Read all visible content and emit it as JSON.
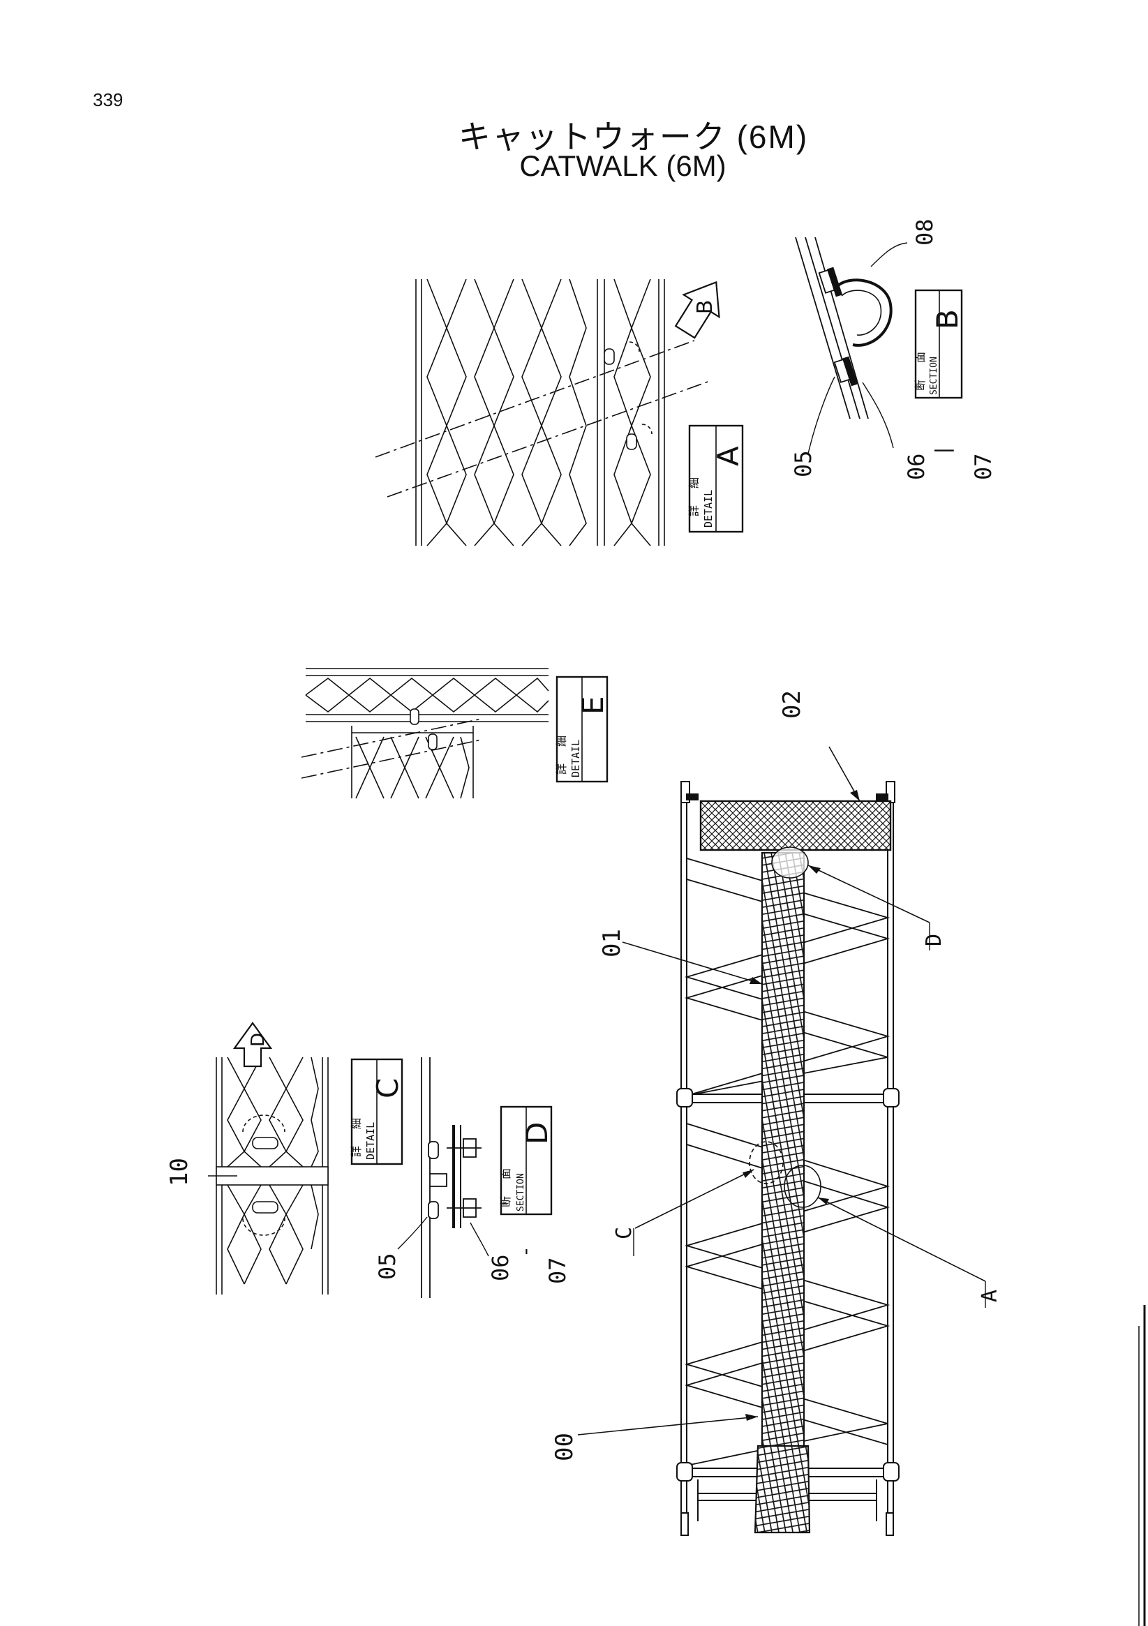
{
  "page": {
    "number": "339"
  },
  "title": {
    "jp": "キャットウォーク (6M)",
    "en": "CATWALK (6M)"
  },
  "views": {
    "detail_a": {
      "jp1": "詳",
      "jp2": "細",
      "en": "DETAIL",
      "letter": "A"
    },
    "section_b": {
      "jp1": "断",
      "jp2": "面",
      "en": "SECTION",
      "letter": "B"
    },
    "detail_c": {
      "jp1": "詳",
      "jp2": "細",
      "en": "DETAIL",
      "letter": "C"
    },
    "section_d": {
      "jp1": "断",
      "jp2": "面",
      "en": "SECTION",
      "letter": "D"
    },
    "detail_e": {
      "jp1": "詳",
      "jp2": "細",
      "en": "DETAIL",
      "letter": "E"
    }
  },
  "arrows": {
    "b": "B",
    "d": "D"
  },
  "callouts": {
    "p00": "00",
    "p01": "01",
    "p02": "02",
    "p05a": "05",
    "p05b": "05",
    "p06a": "06",
    "p07a": "07",
    "p06b": "06",
    "p07b": "07",
    "p08": "08",
    "p10": "10",
    "sep": "|",
    "dash": "-",
    "ref_a": "A",
    "ref_c": "C",
    "ref_d": "D"
  }
}
